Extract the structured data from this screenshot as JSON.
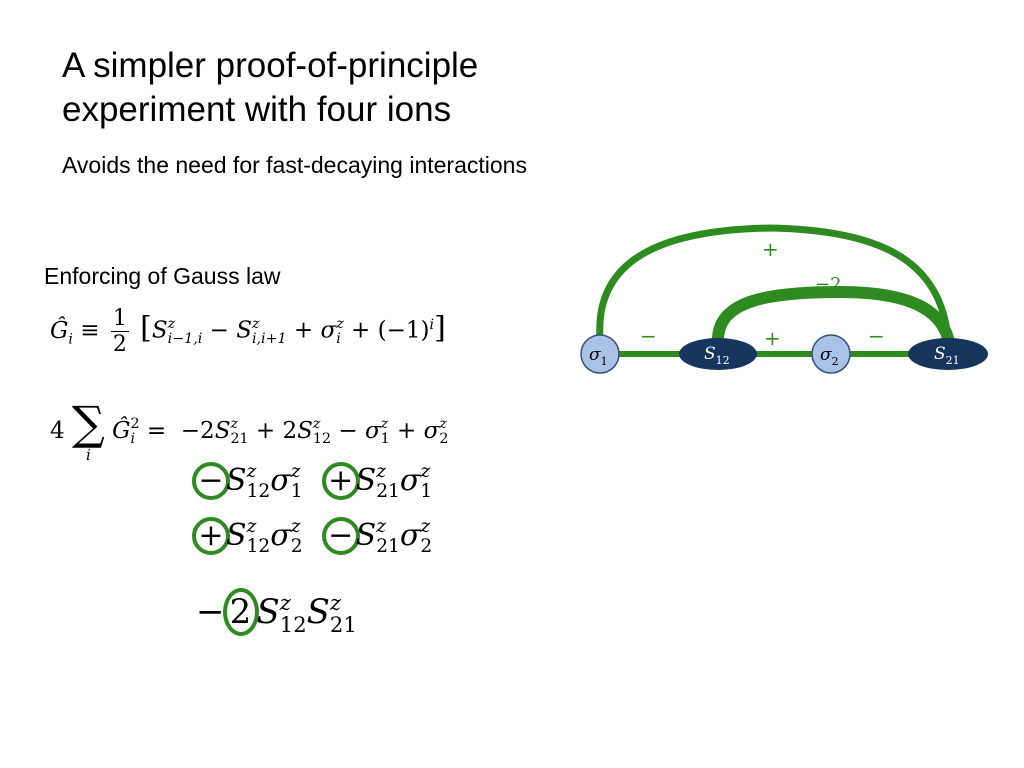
{
  "slide": {
    "title_line1": "A simpler proof-of-principle",
    "title_line2": "experiment with four ions",
    "subtitle": "Avoids the need for fast-decaying interactions",
    "section_label": "Enforcing of Gauss law"
  },
  "equations": {
    "eq1_half_num": "1",
    "eq1_half_den": "2",
    "eq2_coef": "4",
    "eq2_rhs_c1": "−2",
    "eq2_rhs_c2": "+ 2",
    "row1_sign_a": "−",
    "row1_sign_b": "+",
    "row2_sign_a": "+",
    "row2_sign_b": "−",
    "row3_prefix": "−",
    "row3_coef": "2"
  },
  "diagram": {
    "node_sigma1": "σ",
    "node_sigma1_sub": "1",
    "node_s12": "S",
    "node_s12_sub": "12",
    "node_sigma2": "σ",
    "node_sigma2_sub": "2",
    "node_s21": "S",
    "node_s21_sub": "21",
    "arc_outer_label": "+",
    "arc_inner_label": "−2",
    "edge_label_1": "−",
    "edge_label_2": "+",
    "edge_label_3": "−",
    "line_color": "#2e8b1f",
    "node_light_color": "#a9c2e6",
    "node_dark_color": "#17365d"
  }
}
